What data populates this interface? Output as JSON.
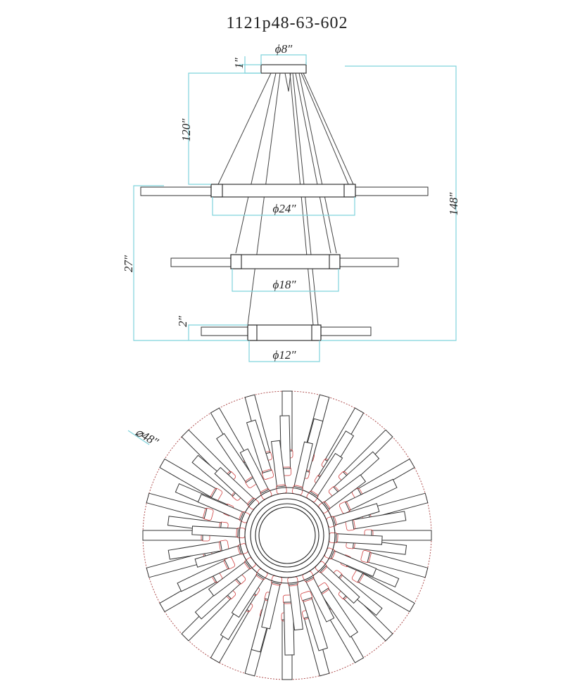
{
  "drawing": {
    "title": "1121p48-63-602",
    "dimensions": {
      "canopy_diameter": "ϕ8″",
      "canopy_height": "1″",
      "max_cable_length": "120″",
      "overall_height": "148″",
      "tier_span": "27″",
      "ring_height": "2″",
      "ring1_diameter": "ϕ24″",
      "ring2_diameter": "ϕ18″",
      "ring3_diameter": "ϕ12″",
      "overall_diameter": "⌀48″"
    }
  }
}
